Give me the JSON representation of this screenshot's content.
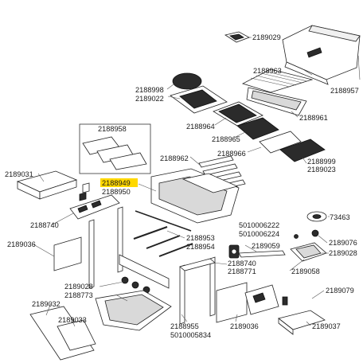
{
  "highlight_color": "#ffd800",
  "labels": {
    "p2189029": "2189029",
    "p2188957": "2188957",
    "p2188963": "2188963",
    "p2188998": "2188998",
    "p2189022": "2189022",
    "p2188961": "2188961",
    "p2188958": "2188958",
    "p2188964": "2188964",
    "p2188965": "2188965",
    "p2188966": "2188966",
    "p2188962": "2188962",
    "p2188999": "2188999",
    "p2189023": "2189023",
    "p2189031": "2189031",
    "p2188949": "2188949",
    "p2188950": "2188950",
    "p73463": "73463",
    "p5010006222": "5010006222",
    "p5010006224": "5010006224",
    "p2188740a": "2188740",
    "p2189076": "2189076",
    "p2188953": "2188953",
    "p2188954": "2188954",
    "p2189059": "2189059",
    "p2189036a": "2189036",
    "p2189028a": "2189028",
    "p2188740b": "2188740",
    "p2188771": "2188771",
    "p2189058": "2189058",
    "p2189028b": "2189028",
    "p2188773": "2188773",
    "p2189079": "2189079",
    "p2189032": "2189032",
    "p2189033": "2189033",
    "p2188955": "2188955",
    "p5010005834": "5010005834",
    "p2189036b": "2189036",
    "p2189037": "2189037"
  }
}
